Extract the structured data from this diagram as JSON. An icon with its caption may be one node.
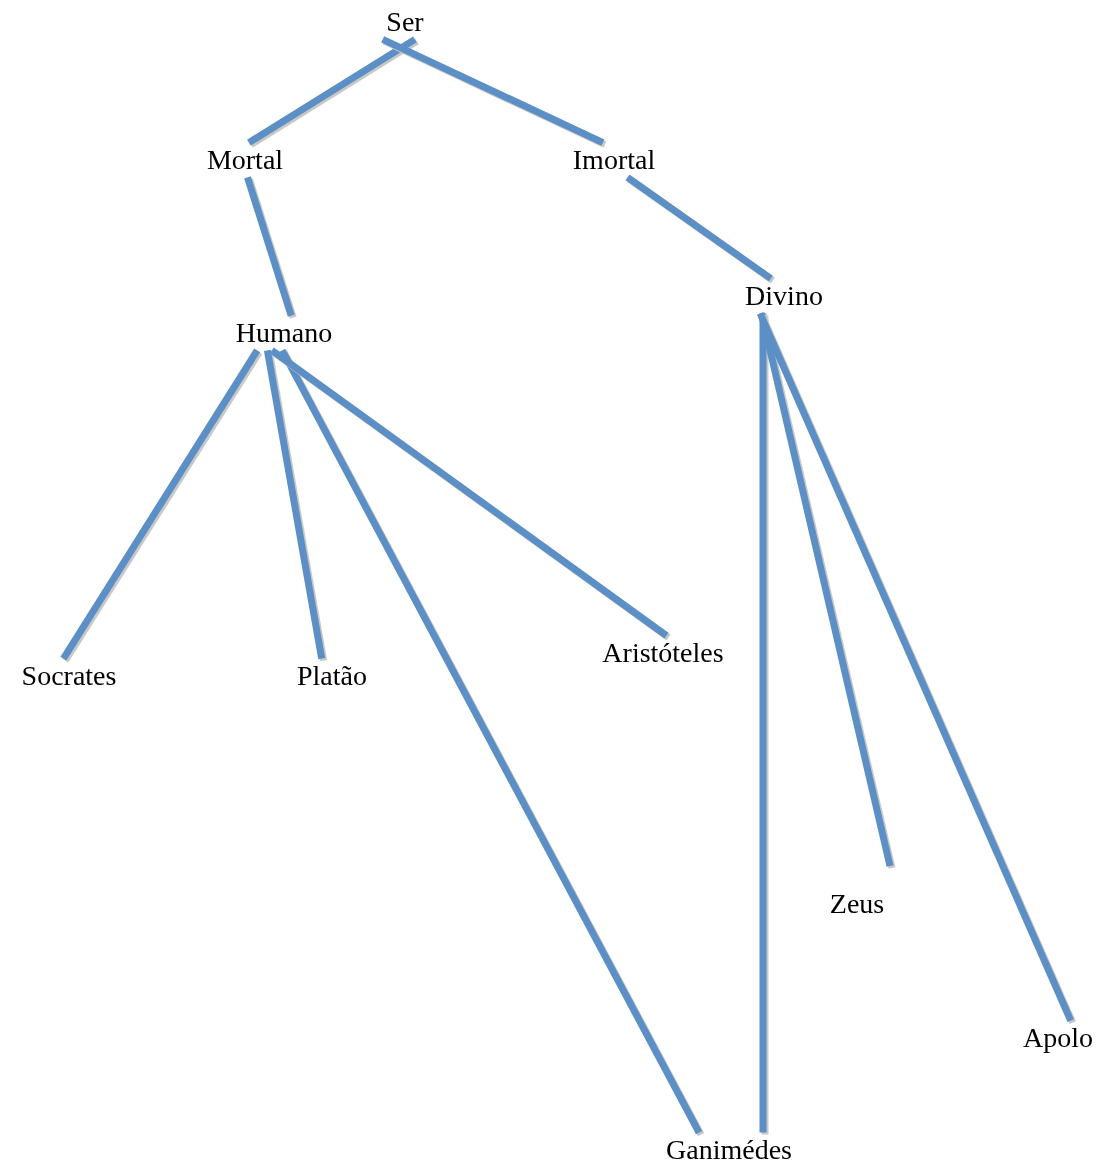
{
  "diagram": {
    "nodes": [
      {
        "text": [
          "Ser"
        ]
      },
      {
        "text": [
          "Mortal"
        ]
      },
      {
        "text": [
          "Imortal"
        ]
      },
      {
        "text": [
          "Humano"
        ]
      },
      {
        "text": [
          "Divino"
        ]
      },
      {
        "text": [
          "Socrates"
        ]
      },
      {
        "text": [
          "Platão"
        ]
      },
      {
        "text": [
          "Aristóteles"
        ]
      },
      {
        "text": [
          "Ganimédes"
        ]
      },
      {
        "text": [
          "Zeus"
        ]
      },
      {
        "text": [
          "Apolo"
        ]
      }
    ],
    "edges": [
      {
        "from": 0,
        "to": 1,
        "arrow": "none"
      },
      {
        "from": 0,
        "to": 2,
        "arrow": "none"
      },
      {
        "from": 1,
        "to": 3,
        "arrow": "none"
      },
      {
        "from": 2,
        "to": 4,
        "arrow": "none"
      },
      {
        "from": 3,
        "to": 5,
        "arrow": "none"
      },
      {
        "from": 3,
        "to": 6,
        "arrow": "none"
      },
      {
        "from": 3,
        "to": 8,
        "arrow": "none"
      },
      {
        "from": 3,
        "to": 7,
        "arrow": "none"
      },
      {
        "from": 4,
        "to": 8,
        "arrow": "none"
      },
      {
        "from": 4,
        "to": 9,
        "arrow": "none"
      },
      {
        "from": 4,
        "to": 10,
        "arrow": "none"
      }
    ]
  }
}
